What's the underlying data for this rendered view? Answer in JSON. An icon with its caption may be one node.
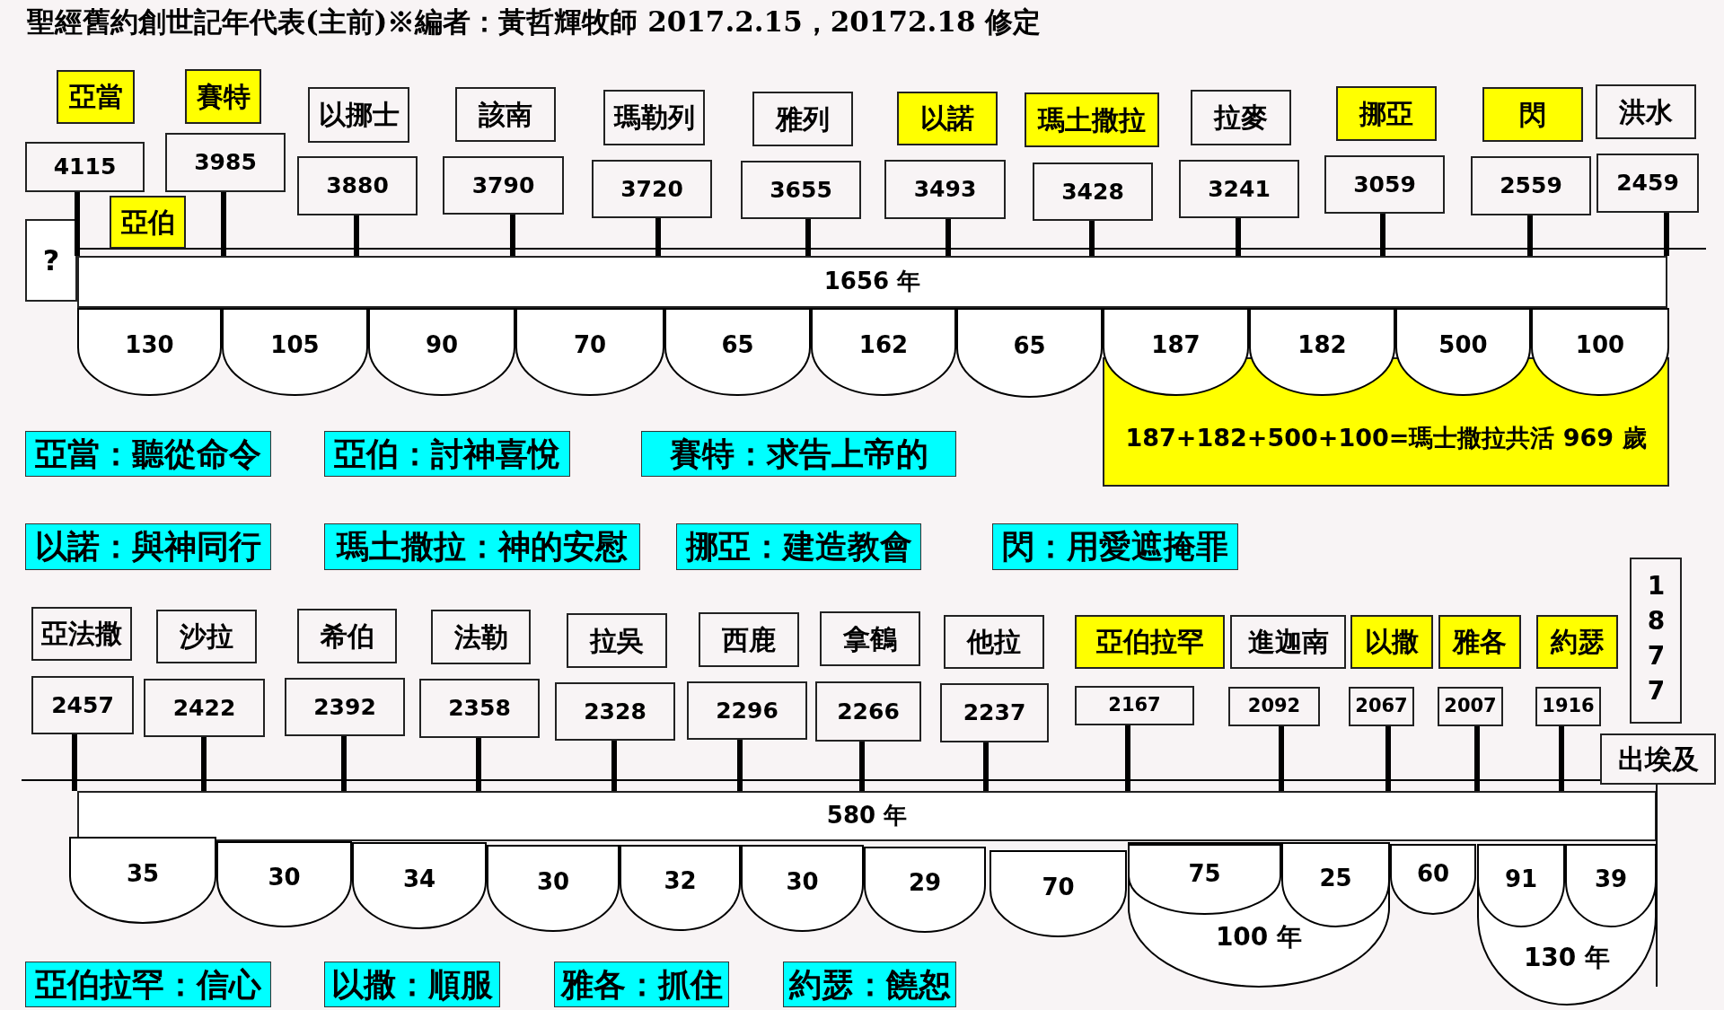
{
  "diagram": {
    "title": "聖經舊約創世記年代表(主前)※編者：黃哲輝牧師 2017.2.15，20172.18 修定",
    "nodes": [
      {
        "text": [
          "亞當"
        ]
      },
      {
        "text": [
          "4115"
        ]
      },
      {
        "text": [
          "亞伯"
        ]
      },
      {
        "text": [
          "賽特"
        ]
      },
      {
        "text": [
          "3985"
        ]
      },
      {
        "text": [
          "以挪士"
        ]
      },
      {
        "text": [
          "3880"
        ]
      },
      {
        "text": [
          "該南"
        ]
      },
      {
        "text": [
          "3790"
        ]
      },
      {
        "text": [
          "瑪勒列"
        ]
      },
      {
        "text": [
          "3720"
        ]
      },
      {
        "text": [
          "雅列"
        ]
      },
      {
        "text": [
          "3655"
        ]
      },
      {
        "text": [
          "以諾"
        ]
      },
      {
        "text": [
          "3493"
        ]
      },
      {
        "text": [
          "瑪土撒拉"
        ]
      },
      {
        "text": [
          "3428"
        ]
      },
      {
        "text": [
          "拉麥"
        ]
      },
      {
        "text": [
          "3241"
        ]
      },
      {
        "text": [
          "挪亞"
        ]
      },
      {
        "text": [
          "3059"
        ]
      },
      {
        "text": [
          "閃"
        ]
      },
      {
        "text": [
          "2559"
        ]
      },
      {
        "text": [
          "洪水"
        ]
      },
      {
        "text": [
          "2459"
        ]
      },
      {
        "text": [
          "?"
        ]
      },
      {
        "text": [
          "1656 年"
        ]
      },
      {
        "text": [
          "130"
        ]
      },
      {
        "text": [
          "105"
        ]
      },
      {
        "text": [
          "90"
        ]
      },
      {
        "text": [
          "70"
        ]
      },
      {
        "text": [
          "65"
        ]
      },
      {
        "text": [
          "162"
        ]
      },
      {
        "text": [
          "65"
        ]
      },
      {
        "text": [
          "187"
        ]
      },
      {
        "text": [
          "182"
        ]
      },
      {
        "text": [
          "500"
        ]
      },
      {
        "text": [
          "100"
        ]
      },
      {
        "text": [
          "187+182+500+100=瑪士撒拉共活 969 歲"
        ]
      },
      {
        "text": [
          "亞當：聽從命令"
        ]
      },
      {
        "text": [
          "亞伯：討神喜悅"
        ]
      },
      {
        "text": [
          "賽特：求告上帝的"
        ]
      },
      {
        "text": [
          "以諾：與神同行"
        ]
      },
      {
        "text": [
          "瑪土撒拉：神的安慰"
        ]
      },
      {
        "text": [
          "挪亞：建造教會"
        ]
      },
      {
        "text": [
          "閃：用愛遮掩罪"
        ]
      },
      {
        "text": [
          "亞法撒"
        ]
      },
      {
        "text": [
          "2457"
        ]
      },
      {
        "text": [
          "沙拉"
        ]
      },
      {
        "text": [
          "2422"
        ]
      },
      {
        "text": [
          "希伯"
        ]
      },
      {
        "text": [
          "2392"
        ]
      },
      {
        "text": [
          "法勒"
        ]
      },
      {
        "text": [
          "2358"
        ]
      },
      {
        "text": [
          "拉吳"
        ]
      },
      {
        "text": [
          "2328"
        ]
      },
      {
        "text": [
          "西鹿"
        ]
      },
      {
        "text": [
          "2296"
        ]
      },
      {
        "text": [
          "拿鶴"
        ]
      },
      {
        "text": [
          "2266"
        ]
      },
      {
        "text": [
          "他拉"
        ]
      },
      {
        "text": [
          "2237"
        ]
      },
      {
        "text": [
          "亞伯拉罕"
        ]
      },
      {
        "text": [
          "2167"
        ]
      },
      {
        "text": [
          "進迦南"
        ]
      },
      {
        "text": [
          "2092"
        ]
      },
      {
        "text": [
          "以撒"
        ]
      },
      {
        "text": [
          "2067"
        ]
      },
      {
        "text": [
          "雅各"
        ]
      },
      {
        "text": [
          "2007"
        ]
      },
      {
        "text": [
          "約瑟"
        ]
      },
      {
        "text": [
          "1916"
        ]
      },
      {
        "text": [
          "1877"
        ]
      },
      {
        "text": [
          "出埃及"
        ]
      },
      {
        "text": [
          "580 年"
        ]
      },
      {
        "text": [
          "35"
        ]
      },
      {
        "text": [
          "30"
        ]
      },
      {
        "text": [
          "34"
        ]
      },
      {
        "text": [
          "30"
        ]
      },
      {
        "text": [
          "32"
        ]
      },
      {
        "text": [
          "30"
        ]
      },
      {
        "text": [
          "29"
        ]
      },
      {
        "text": [
          "70"
        ]
      },
      {
        "text": [
          "100 年"
        ]
      },
      {
        "text": [
          "75"
        ],
        "in": 83
      },
      {
        "text": [
          "25"
        ],
        "in": 83
      },
      {
        "text": [
          "60"
        ]
      },
      {
        "text": [
          "130 年"
        ]
      },
      {
        "text": [
          "91"
        ],
        "in": 87
      },
      {
        "text": [
          "39"
        ],
        "in": 87
      },
      {
        "text": [
          "亞伯拉罕：信心"
        ]
      },
      {
        "text": [
          "以撒：順服"
        ]
      },
      {
        "text": [
          "雅各：抓住"
        ]
      },
      {
        "text": [
          "約瑟：饒恕"
        ]
      }
    ],
    "edges": [
      {
        "from": 1,
        "to": 26,
        "arrow": "none"
      },
      {
        "from": 4,
        "to": 26,
        "arrow": "none"
      },
      {
        "from": 6,
        "to": 26,
        "arrow": "none"
      },
      {
        "from": 8,
        "to": 26,
        "arrow": "none"
      },
      {
        "from": 10,
        "to": 26,
        "arrow": "none"
      },
      {
        "from": 12,
        "to": 26,
        "arrow": "none"
      },
      {
        "from": 14,
        "to": 26,
        "arrow": "none"
      },
      {
        "from": 16,
        "to": 26,
        "arrow": "none"
      },
      {
        "from": 18,
        "to": 26,
        "arrow": "none"
      },
      {
        "from": 20,
        "to": 26,
        "arrow": "none"
      },
      {
        "from": 22,
        "to": 26,
        "arrow": "none"
      },
      {
        "from": 24,
        "to": 26,
        "arrow": "none"
      },
      {
        "from": 47,
        "to": 74,
        "arrow": "none"
      },
      {
        "from": 49,
        "to": 74,
        "arrow": "none"
      },
      {
        "from": 51,
        "to": 74,
        "arrow": "none"
      },
      {
        "from": 53,
        "to": 74,
        "arrow": "none"
      },
      {
        "from": 55,
        "to": 74,
        "arrow": "none"
      },
      {
        "from": 57,
        "to": 74,
        "arrow": "none"
      },
      {
        "from": 59,
        "to": 74,
        "arrow": "none"
      },
      {
        "from": 61,
        "to": 74,
        "arrow": "none"
      },
      {
        "from": 63,
        "to": 74,
        "arrow": "none"
      },
      {
        "from": 65,
        "to": 74,
        "arrow": "none"
      },
      {
        "from": 67,
        "to": 74,
        "arrow": "none"
      },
      {
        "from": 69,
        "to": 74,
        "arrow": "none"
      },
      {
        "from": 71,
        "to": 74,
        "arrow": "none"
      },
      {
        "from": 73,
        "to": null,
        "arrow": "none"
      }
    ]
  }
}
